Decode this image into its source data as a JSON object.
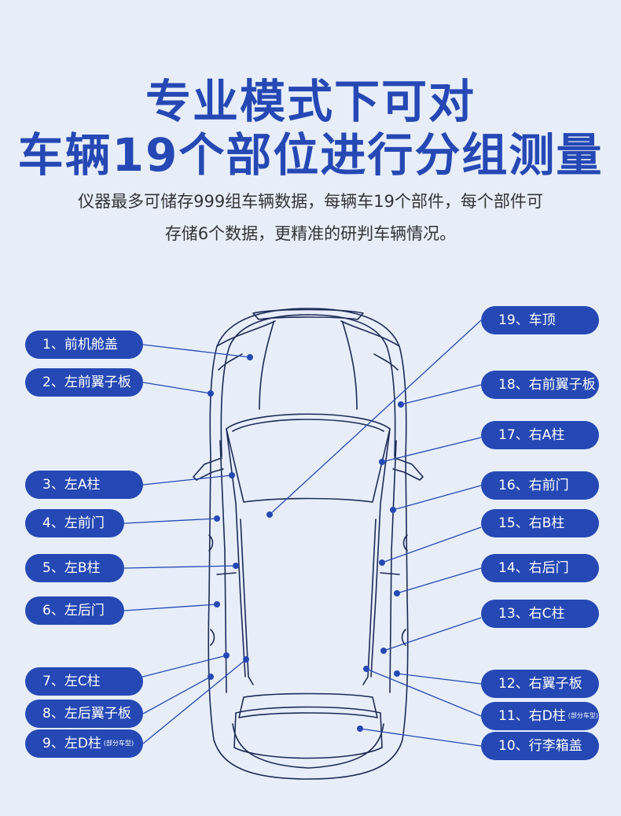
{
  "heading": {
    "line1": "专业模式下可对",
    "line2": "车辆19个部位进行分组测量"
  },
  "description": {
    "line1": "仪器最多可储存999组车辆数据，每辆车19个部件，每个部件可",
    "line2": "存储6个数据，更精准的研判车辆情况。"
  },
  "parts": [
    {
      "label": "1、前机舱盖"
    },
    {
      "label": "2、左前翼子板"
    },
    {
      "label": "3、左A柱"
    },
    {
      "label": "4、左前门"
    },
    {
      "label": "5、左B柱"
    },
    {
      "label": "6、左后门"
    },
    {
      "label": "7、左C柱"
    },
    {
      "label": "8、左后翼子板"
    },
    {
      "label": "9、左D柱",
      "note": "(部分车型)"
    },
    {
      "label": "10、行李箱盖"
    },
    {
      "label": "11、右D柱",
      "note": "(部分车型)"
    },
    {
      "label": "12、右翼子板"
    },
    {
      "label": "13、右C柱"
    },
    {
      "label": "14、右后门"
    },
    {
      "label": "15、右B柱"
    },
    {
      "label": "16、右前门"
    },
    {
      "label": "17、右A柱"
    },
    {
      "label": "18、右前翼子板"
    },
    {
      "label": "19、车顶"
    }
  ],
  "colors": {
    "accent": "#2548b4",
    "background": "#e7eefa",
    "car_outline": "#1c2a55"
  }
}
